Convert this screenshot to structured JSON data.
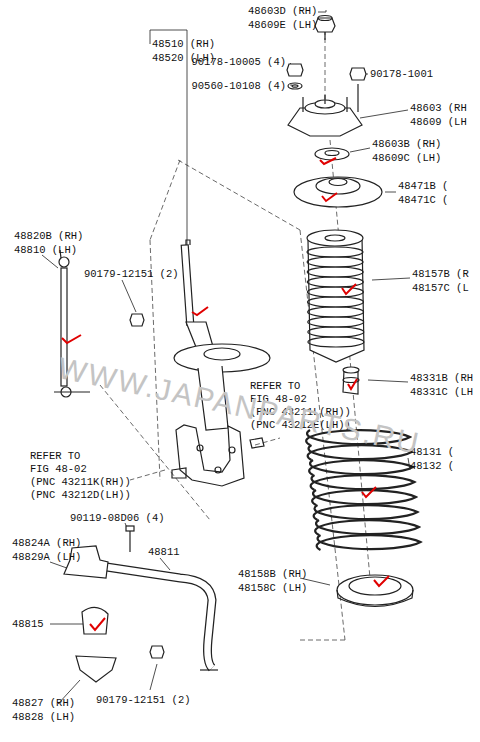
{
  "diagram": {
    "labels": [
      "48603D (RH)",
      "48609E (LH)",
      "90178-10005 (4)",
      "90560-10108 (4)",
      "90178-1001",
      "48603 (RH",
      "48609 (LH",
      "48603B (RH)",
      "48609C (LH)",
      "48471B (",
      "48471C (",
      "48510 (RH)",
      "48520 (LH)",
      "48157B (R",
      "48157C (L",
      "48820B (RH)",
      "48810 (LH)",
      "90179-12151 (2)",
      "48331B (RH",
      "48331C (LH",
      "REFER TO",
      "FIG 48-02",
      "(PNC 43211L(RH))",
      "(PNC 43212E(LH))",
      "REFER TO",
      "FIG 48-02",
      "(PNC 43211K(RH))",
      "(PNC 43212D(LH))",
      "48131 (",
      "48132 (",
      "90119-08D06 (4)",
      "48824A (RH)",
      "48829A (LH)",
      "48811",
      "48158B (RH)",
      "48158C (LH)",
      "48815",
      "90179-12151 (2)",
      "48827 (RH)",
      "48828 (LH)",
      "WWW.JAPANPARTS.RU"
    ]
  }
}
